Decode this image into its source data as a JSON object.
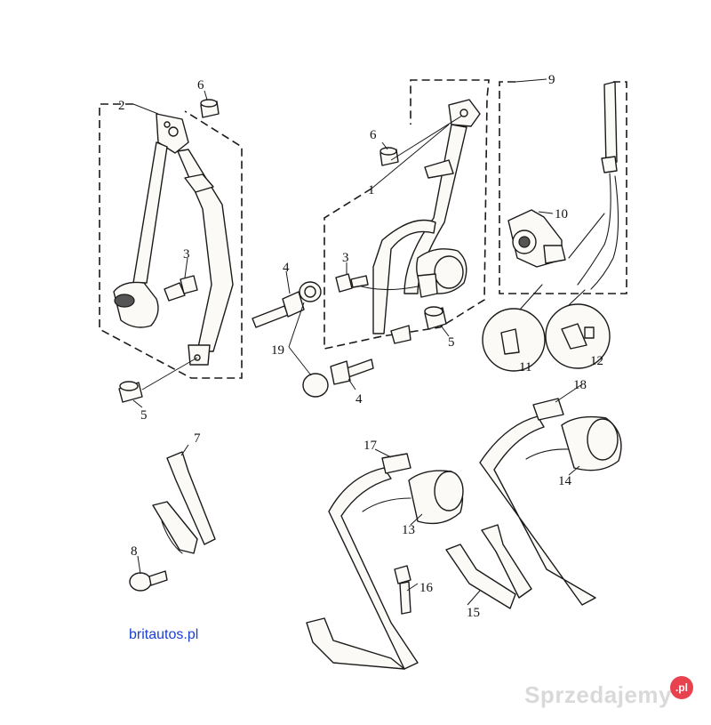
{
  "diagram": {
    "callouts": {
      "c1": "1",
      "c2": "2",
      "c3a": "3",
      "c3b": "3",
      "c4a": "4",
      "c4b": "4",
      "c5a": "5",
      "c5b": "5",
      "c6a": "6",
      "c6b": "6",
      "c7": "7",
      "c8": "8",
      "c9": "9",
      "c10": "10",
      "c11": "11",
      "c12": "12",
      "c13": "13",
      "c14": "14",
      "c15": "15",
      "c16": "16",
      "c17": "17",
      "c18": "18",
      "c19": "19"
    }
  },
  "source_text": "britautos.pl",
  "watermark": {
    "text": "Sprzedajemy",
    "suffix": ".pl",
    "color": "#e8424f"
  }
}
